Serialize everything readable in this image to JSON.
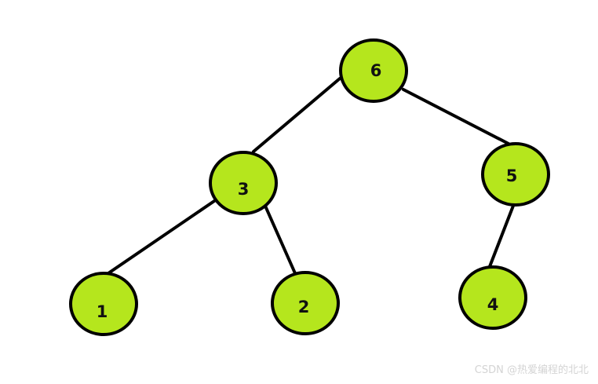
{
  "colors": {
    "node_fill": "#b5e61d",
    "node_stroke": "#000000",
    "edge": "#000000",
    "background": "#ffffff"
  },
  "tree": {
    "nodes": [
      {
        "id": "n6",
        "label": "6"
      },
      {
        "id": "n3",
        "label": "3"
      },
      {
        "id": "n5",
        "label": "5"
      },
      {
        "id": "n1",
        "label": "1"
      },
      {
        "id": "n2",
        "label": "2"
      },
      {
        "id": "n4",
        "label": "4"
      }
    ],
    "edges": [
      {
        "from": "n6",
        "to": "n3"
      },
      {
        "from": "n6",
        "to": "n5"
      },
      {
        "from": "n3",
        "to": "n1"
      },
      {
        "from": "n3",
        "to": "n2"
      },
      {
        "from": "n5",
        "to": "n4"
      }
    ]
  },
  "watermark": {
    "text": "CSDN @热爱编程的北北"
  }
}
